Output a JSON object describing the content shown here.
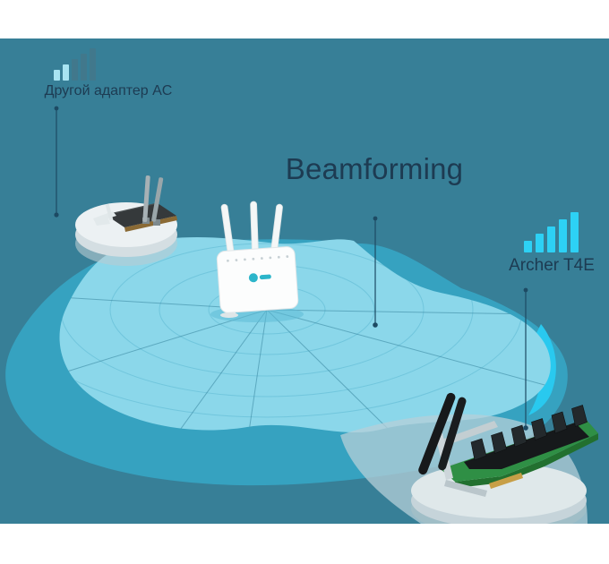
{
  "title": "Beamforming",
  "devices": {
    "other_adapter": {
      "label": "Другой адаптер AC",
      "signal": {
        "bars": 5,
        "lit": 2
      }
    },
    "archer": {
      "label": "Archer T4E",
      "signal": {
        "bars": 5,
        "lit": 5
      }
    }
  },
  "icons": {
    "other_adapter_signal": "signal-strength-icon",
    "archer_signal": "signal-strength-icon"
  },
  "colors": {
    "bg-teal": "#377f97",
    "blob-light": "#8bd7ea",
    "blob-medium": "#36a2c0",
    "accent-cyan": "#29c9ef",
    "text-navy": "#1d3b52",
    "signal-lit": "#2dd1f5",
    "signal-lit-pale": "#a8e4f2",
    "signal-unlit": "#41788c",
    "connector": "#1d4a63",
    "band-white": "#ffffff"
  }
}
